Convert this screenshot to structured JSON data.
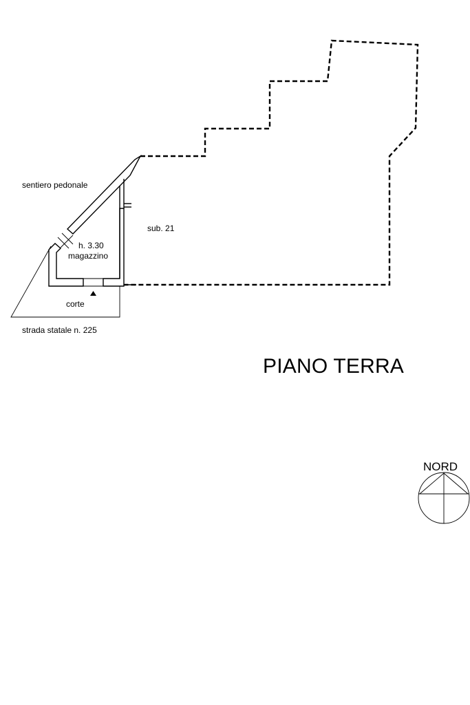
{
  "plan": {
    "title": "PIANO TERRA",
    "labels": {
      "path": "sentiero pedonale",
      "unit": "sub. 21",
      "height": "h. 3.30",
      "room": "magazzino",
      "yard": "corte",
      "road": "strada statale n. 225"
    },
    "north_label": "NORD"
  },
  "colors": {
    "ink": "#000000",
    "paper": "#ffffff"
  }
}
